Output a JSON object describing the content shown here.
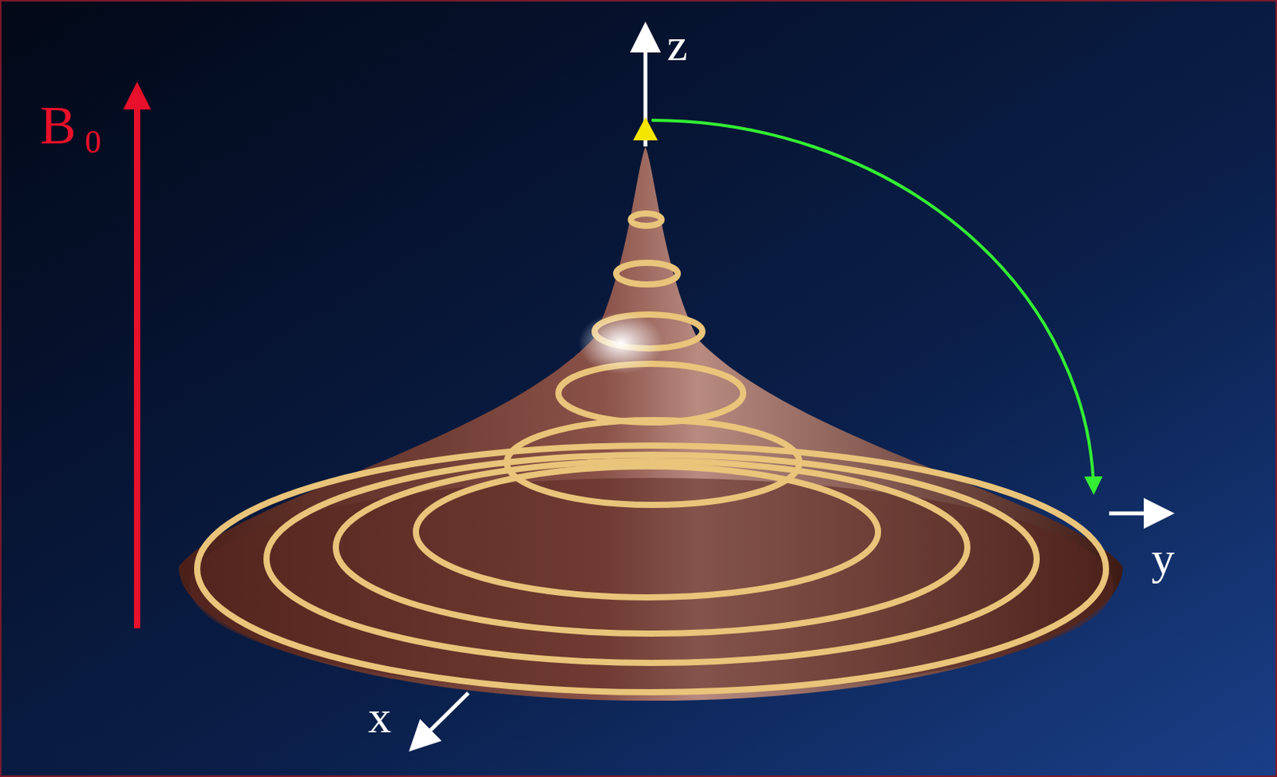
{
  "diagram": {
    "labels": [
      "B",
      "0",
      "z",
      "y",
      "x"
    ]
  }
}
